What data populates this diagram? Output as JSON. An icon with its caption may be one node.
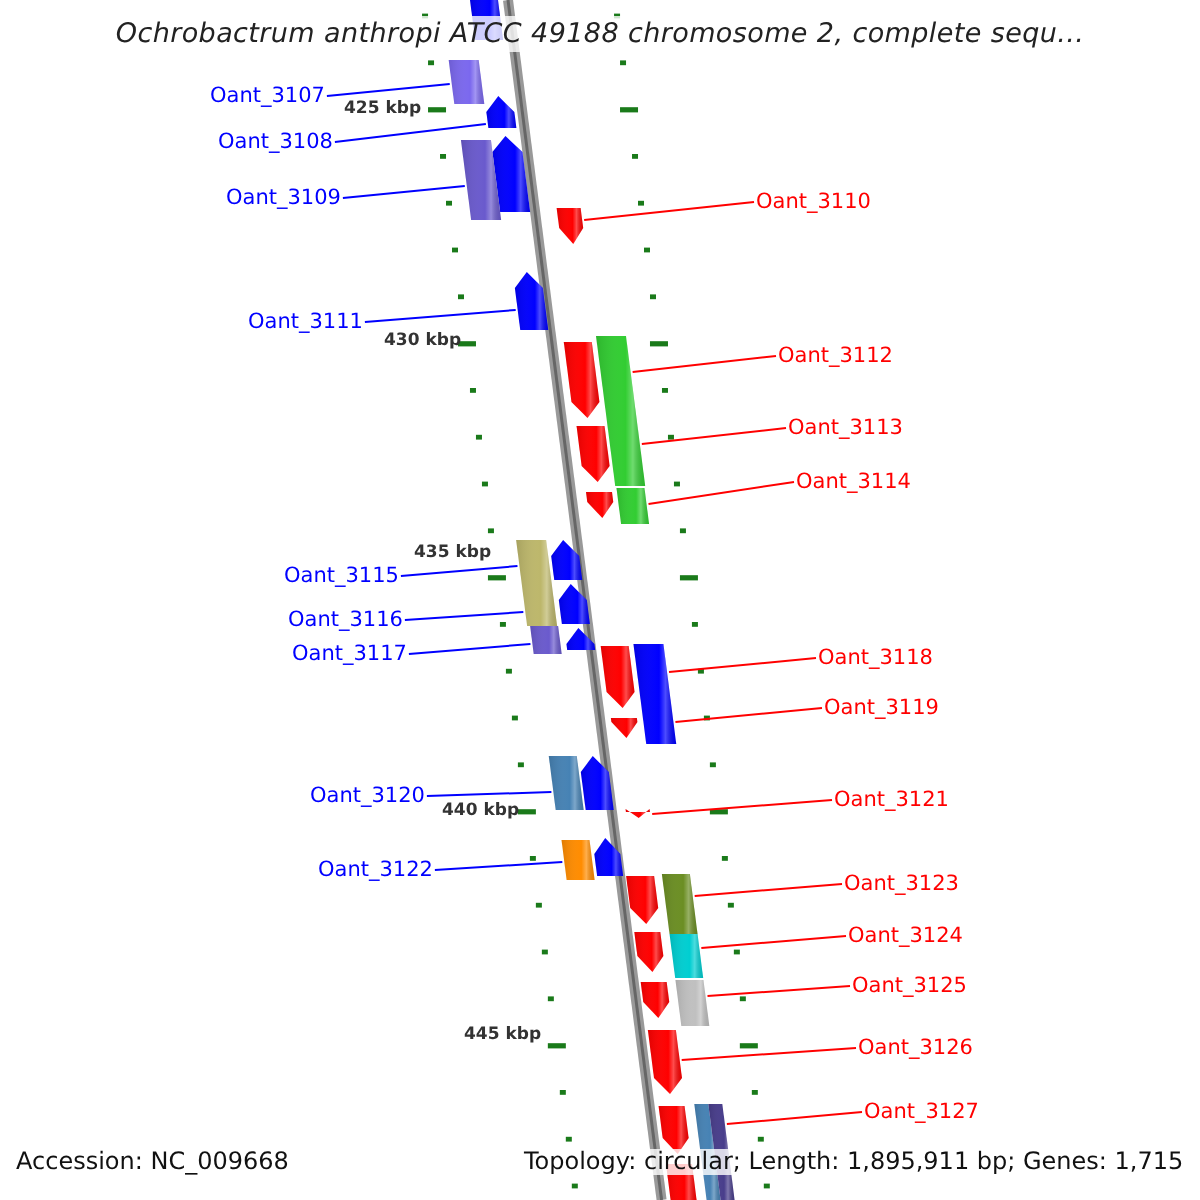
{
  "diagram": {
    "title": "Ochrobactrum anthropi ATCC 49188 chromosome 2, complete sequ...",
    "nodes": [
      {
        "text": [
          "Oant_3107"
        ]
      },
      {
        "text": [
          "Oant_3108"
        ]
      },
      {
        "text": [
          "Oant_3109"
        ]
      },
      {
        "text": [
          "Oant_3110"
        ]
      },
      {
        "text": [
          "Oant_3111"
        ]
      },
      {
        "text": [
          "Oant_3112"
        ]
      },
      {
        "text": [
          "Oant_3113"
        ]
      },
      {
        "text": [
          "Oant_3114"
        ]
      },
      {
        "text": [
          "Oant_3115"
        ]
      },
      {
        "text": [
          "Oant_3116"
        ]
      },
      {
        "text": [
          "Oant_3117"
        ]
      },
      {
        "text": [
          "Oant_3118"
        ]
      },
      {
        "text": [
          "Oant_3119"
        ]
      },
      {
        "text": [
          "Oant_3120"
        ]
      },
      {
        "text": [
          "Oant_3121"
        ]
      },
      {
        "text": [
          "Oant_3122"
        ]
      },
      {
        "text": [
          "Oant_3123"
        ]
      },
      {
        "text": [
          "Oant_3124"
        ]
      },
      {
        "text": [
          "Oant_3125"
        ]
      },
      {
        "text": [
          "Oant_3126"
        ]
      },
      {
        "text": [
          "Oant_3127"
        ]
      },
      {
        "text": [],
        "shape": "box"
      },
      {
        "text": [],
        "shape": "pentagon"
      },
      {
        "text": [],
        "shape": "box"
      },
      {
        "text": [],
        "shape": "pentagon"
      },
      {
        "text": [],
        "shape": "pentagon"
      },
      {
        "text": [],
        "shape": "box"
      },
      {
        "text": [],
        "shape": "box"
      },
      {
        "text": [],
        "shape": "box"
      },
      {
        "text": [],
        "shape": "box"
      },
      {
        "text": [],
        "shape": "box"
      },
      {
        "text": [],
        "shape": "box"
      },
      {
        "text": [],
        "shape": "pentagon"
      },
      {
        "text": [],
        "shape": "box"
      },
      {
        "text": [],
        "shape": "box"
      },
      {
        "text": [],
        "shape": "box"
      },
      {
        "text": [],
        "shape": "box"
      },
      {
        "text": [],
        "shape": "pentagon"
      },
      {
        "text": [],
        "shape": "box"
      }
    ],
    "edges": [
      {
        "from": 0,
        "to": 21,
        "arrow": "none",
        "color": "#0000ff"
      },
      {
        "from": 1,
        "to": 22,
        "arrow": "none",
        "color": "#0000ff"
      },
      {
        "from": 2,
        "to": 23,
        "arrow": "none",
        "color": "#0000ff"
      },
      {
        "from": 3,
        "to": 24,
        "arrow": "none"
      },
      {
        "from": 4,
        "to": 25,
        "arrow": "none",
        "color": "#0000ff"
      },
      {
        "from": 5,
        "to": 26,
        "arrow": "none"
      },
      {
        "from": 6,
        "to": 26,
        "arrow": "none"
      },
      {
        "from": 7,
        "to": 27,
        "arrow": "none"
      },
      {
        "from": 8,
        "to": 28,
        "arrow": "none",
        "color": "#0000ff"
      },
      {
        "from": 9,
        "to": 28,
        "arrow": "none",
        "color": "#0000ff"
      },
      {
        "from": 10,
        "to": 29,
        "arrow": "none",
        "color": "#0000ff"
      },
      {
        "from": 11,
        "to": 30,
        "arrow": "none"
      },
      {
        "from": 12,
        "to": 30,
        "arrow": "none"
      },
      {
        "from": 13,
        "to": 31,
        "arrow": "none",
        "color": "#0000ff"
      },
      {
        "from": 14,
        "to": 32,
        "arrow": "none"
      },
      {
        "from": 15,
        "to": 33,
        "arrow": "none",
        "color": "#0000ff"
      },
      {
        "from": 16,
        "to": 34,
        "arrow": "none"
      },
      {
        "from": 17,
        "to": 35,
        "arrow": "none"
      },
      {
        "from": 18,
        "to": 36,
        "arrow": "none"
      },
      {
        "from": 19,
        "to": 37,
        "arrow": "none"
      },
      {
        "from": 20,
        "to": 38,
        "arrow": "none"
      }
    ],
    "labels": [
      "425 kbp",
      "430 kbp",
      "435 kbp",
      "440 kbp",
      "445 kbp",
      "Accession: NC_009668",
      "Topology: circular; Length: 1,895,911 bp; Genes: 1,715"
    ]
  }
}
